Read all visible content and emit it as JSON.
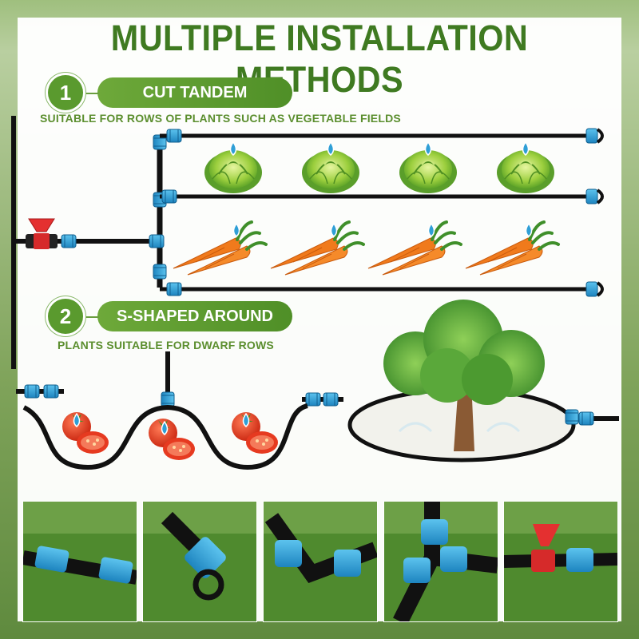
{
  "title": "MULTIPLE INSTALLATION METHODS",
  "method1": {
    "number": "1",
    "label": "CUT TANDEM",
    "caption": "SUITABLE FOR ROWS OF PLANTS SUCH AS VEGETABLE FIELDS"
  },
  "method2": {
    "number": "2",
    "label": "S-SHAPED AROUND",
    "caption": "PLANTS SUITABLE FOR DWARF ROWS"
  },
  "colors": {
    "title_green": "#3f7a21",
    "badge_green": "#5a9a2e",
    "connector_blue": "#2f9fd6",
    "valve_red": "#d62a2a",
    "tube_black": "#111111"
  },
  "icons": [
    "lettuce-icon",
    "carrot-icon",
    "tomato-icon",
    "tree-icon",
    "valve-icon",
    "connector-icon",
    "end-plug-icon"
  ],
  "photos": [
    "straight-connector-photo",
    "end-plug-photo",
    "elbow-photo",
    "tee-photo",
    "valve-photo"
  ]
}
